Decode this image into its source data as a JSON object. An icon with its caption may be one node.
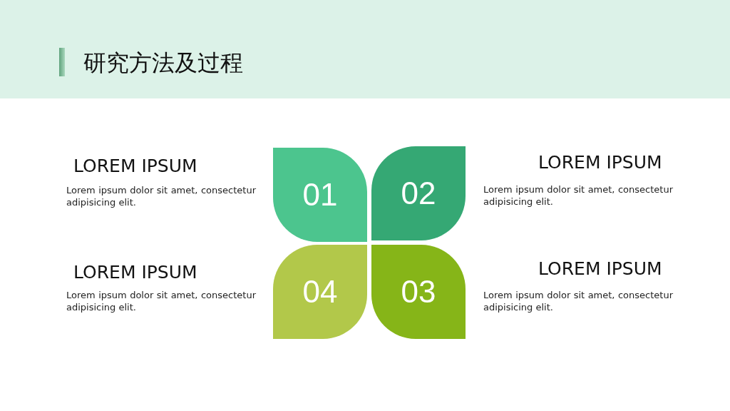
{
  "diagram": {
    "title": "研究方法及过程",
    "nodes": [
      {
        "text": [
          "01"
        ]
      },
      {
        "text": [
          "02"
        ]
      },
      {
        "text": [
          "03"
        ]
      },
      {
        "text": [
          "04"
        ]
      }
    ],
    "labels": [
      "LOREM IPSUM",
      "Lorem ipsum dolor sit amet, consectetur adipisicing elit.",
      "LOREM IPSUM",
      "Lorem ipsum dolor sit amet, consectetur adipisicing elit.",
      "LOREM IPSUM",
      "Lorem ipsum dolor sit amet, consectetur adipisicing elit.",
      "LOREM IPSUM",
      "Lorem ipsum dolor sit amet, consectetur adipisicing elit."
    ]
  }
}
